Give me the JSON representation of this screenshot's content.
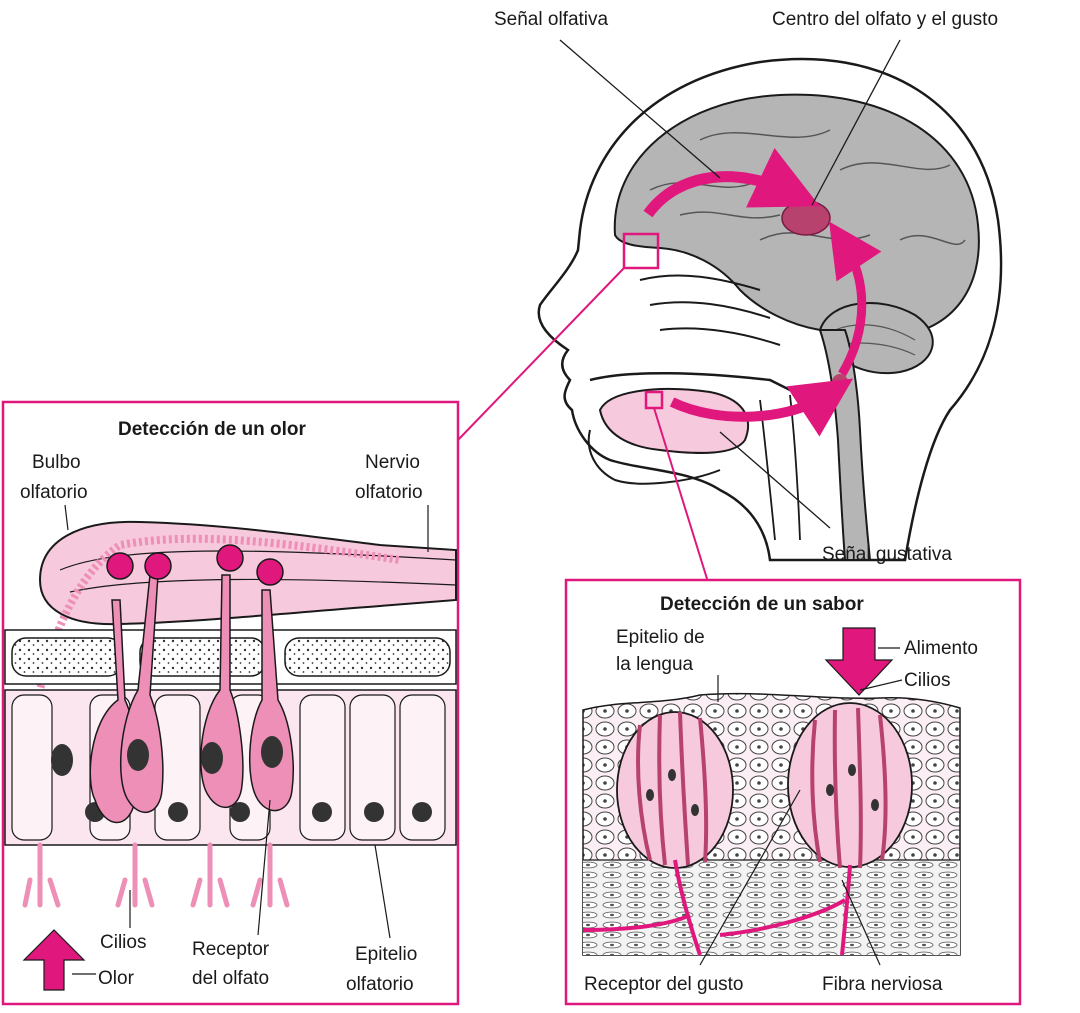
{
  "head_labels": {
    "olfactory_signal": "Señal olfativa",
    "smell_taste_center": "Centro del olfato y el gusto",
    "taste_signal": "Señal gustativa"
  },
  "smell_panel": {
    "title": "Detección de un olor",
    "bulb": [
      "Bulbo",
      "olfatorio"
    ],
    "nerve": [
      "Nervio",
      "olfatorio"
    ],
    "cilia": "Cilios",
    "odor": "Olor",
    "receptor": [
      "Receptor",
      "del olfato"
    ],
    "epithelium": [
      "Epitelio",
      "olfatorio"
    ]
  },
  "taste_panel": {
    "title": "Detección de un sabor",
    "tongue_epithelium": [
      "Epitelio de",
      "la lengua"
    ],
    "food": "Alimento",
    "cilia": "Cilios",
    "taste_receptor": "Receptor del gusto",
    "nerve_fiber": "Fibra nerviosa"
  },
  "colors": {
    "accent": "#e0177c",
    "pink_light": "#f7c9dc",
    "pink_mid": "#ee8fb8",
    "brain_gray": "#b5b5b5",
    "outline": "#1a1a1a"
  }
}
